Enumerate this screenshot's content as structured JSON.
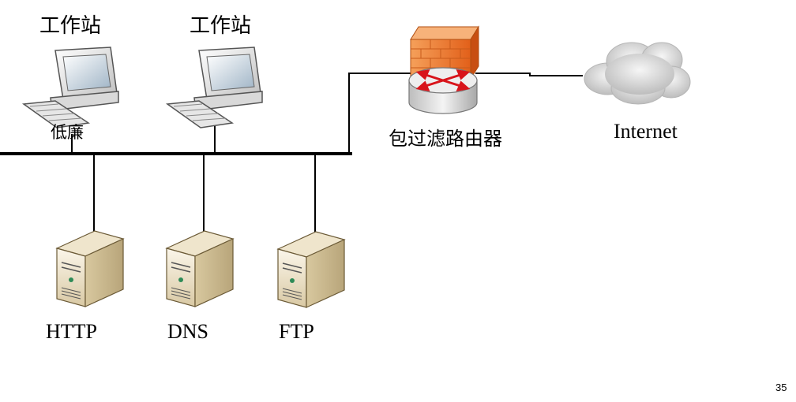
{
  "workstations": [
    {
      "label": "工作站",
      "sublabel": "低廉"
    },
    {
      "label": "工作站"
    }
  ],
  "router": {
    "label": "包过滤路由器"
  },
  "internet": {
    "label": "Internet"
  },
  "servers": [
    {
      "label": "HTTP"
    },
    {
      "label": "DNS"
    },
    {
      "label": "FTP"
    }
  ],
  "page_number": "35",
  "colors": {
    "line": "#000000",
    "firewall": "#f07a2a",
    "arrows": "#d8141b",
    "cloud": "#cfcfcf",
    "server": "#e8dcc0"
  },
  "icons": [
    "workstation-icon",
    "server-icon",
    "firewall-router-icon",
    "cloud-icon"
  ]
}
